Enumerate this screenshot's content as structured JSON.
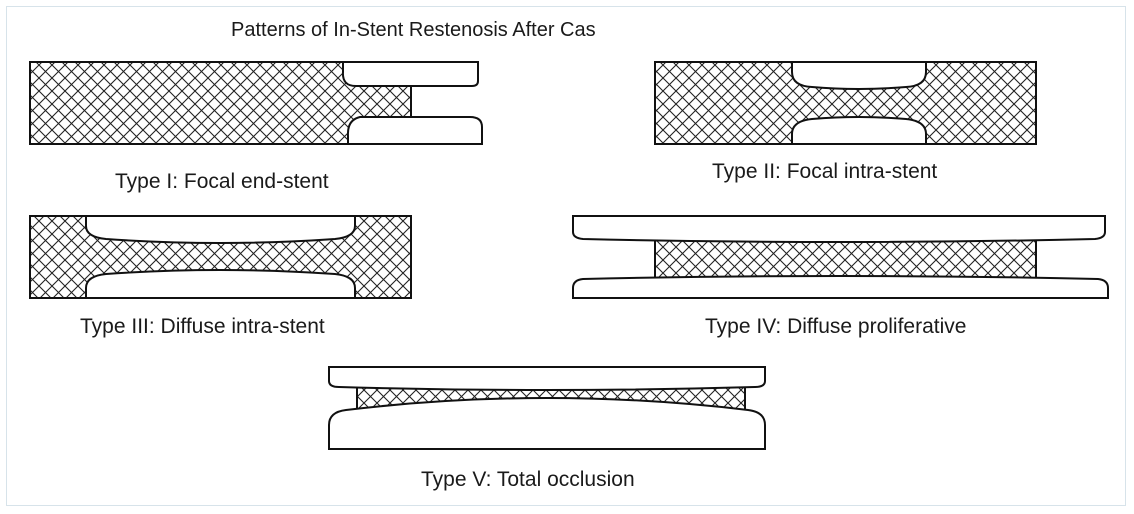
{
  "title": "Patterns of In-Stent Restenosis After Cas",
  "types": [
    {
      "label": "Type I: Focal end-stent"
    },
    {
      "label": "Type II: Focal intra-stent"
    },
    {
      "label": "Type III: Diffuse intra-stent"
    },
    {
      "label": "Type IV: Diffuse proliferative"
    },
    {
      "label": "Type V: Total occlusion"
    }
  ],
  "colors": {
    "outline": "#111111",
    "hatch": "#222222",
    "background": "#ffffff",
    "frame": "#d7e3ea"
  }
}
